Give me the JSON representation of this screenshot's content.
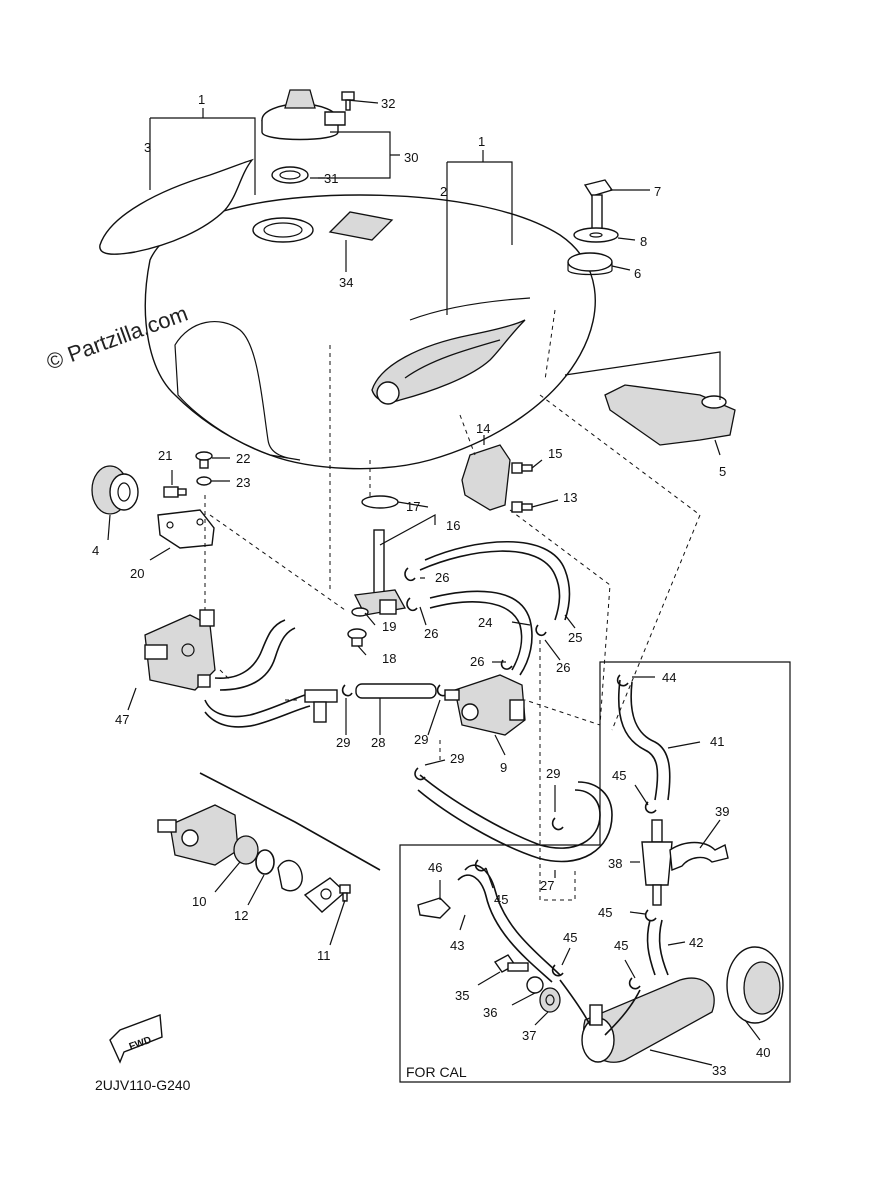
{
  "watermark": "© Partzilla.com",
  "diagram_code": "2UJV110-G240",
  "box_label": "FOR CAL",
  "fwd_label": "FWD",
  "callouts": {
    "c1a": "1",
    "c1b": "1",
    "c2": "2",
    "c3": "3",
    "c4": "4",
    "c5": "5",
    "c6": "6",
    "c7": "7",
    "c8": "8",
    "c9": "9",
    "c10": "10",
    "c11": "11",
    "c12": "12",
    "c13": "13",
    "c14": "14",
    "c15": "15",
    "c16": "16",
    "c17": "17",
    "c18": "18",
    "c19": "19",
    "c20": "20",
    "c21": "21",
    "c22": "22",
    "c23": "23",
    "c24": "24",
    "c25": "25",
    "c26a": "26",
    "c26b": "26",
    "c26c": "26",
    "c26d": "26",
    "c27": "27",
    "c28": "28",
    "c29a": "29",
    "c29b": "29",
    "c29c": "29",
    "c29d": "29",
    "c30": "30",
    "c31": "31",
    "c32": "32",
    "c33": "33",
    "c34": "34",
    "c35": "35",
    "c36": "36",
    "c37": "37",
    "c38": "38",
    "c39": "39",
    "c40": "40",
    "c41": "41",
    "c42": "42",
    "c43": "43",
    "c44": "44",
    "c45a": "45",
    "c45b": "45",
    "c45c": "45",
    "c45d": "45",
    "c45e": "45",
    "c46": "46",
    "c47": "47"
  }
}
